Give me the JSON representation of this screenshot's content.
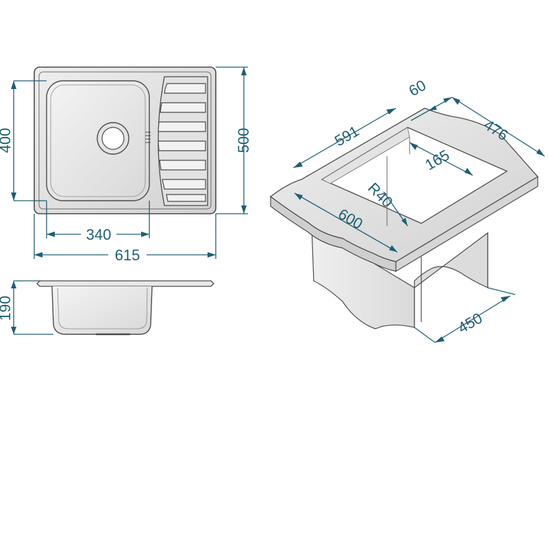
{
  "colors": {
    "dimension": "#1e5f73",
    "outline": "#4a4a4a",
    "surface": "#e6e6e6",
    "surface_dark": "#cfcfcf"
  },
  "dimensions": {
    "top_view": {
      "bowl_height": "400",
      "overall_height": "500",
      "bowl_width": "340",
      "overall_width": "615"
    },
    "side_view": {
      "depth": "190"
    },
    "install_view": {
      "cutout_length": "591",
      "edge_offset": "60",
      "cutout_width": "476",
      "drain_offset": "165",
      "corner_radius": "R40",
      "cabinet_width": "600",
      "cabinet_depth": "450"
    }
  }
}
